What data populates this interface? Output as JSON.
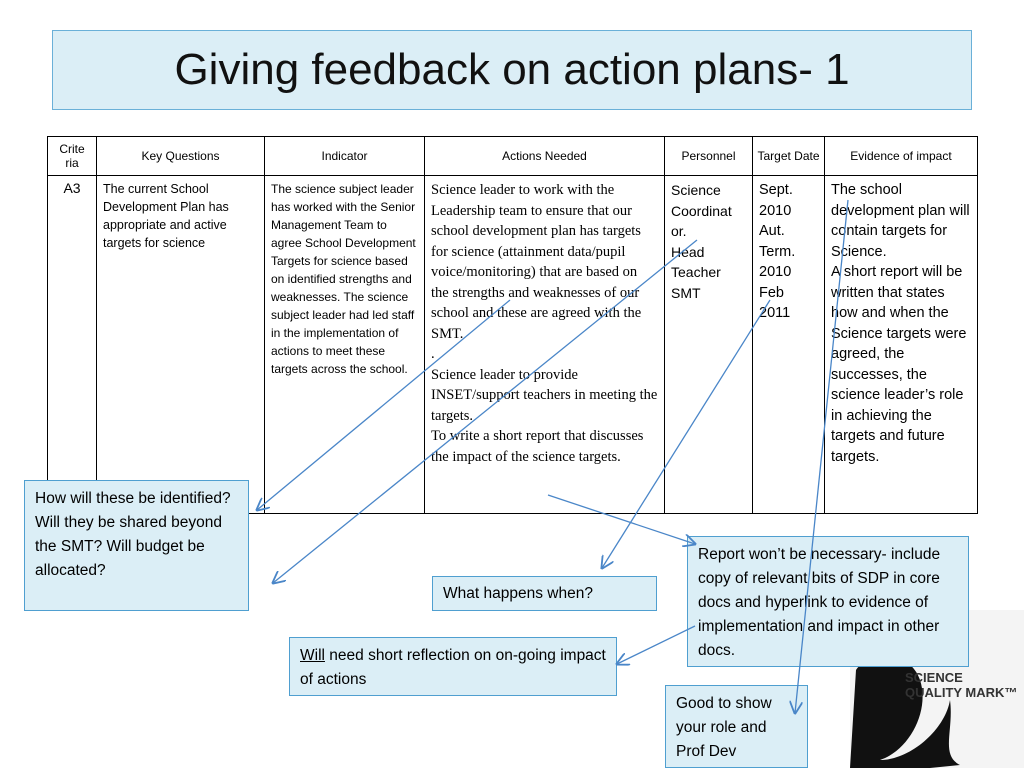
{
  "title": "Giving feedback on action plans- 1",
  "table": {
    "headers": {
      "criteria": "Crite ria",
      "key_questions": "Key Questions",
      "indicator": "Indicator",
      "actions": "Actions Needed",
      "personnel": "Personnel",
      "target_date": "Target Date",
      "evidence": "Evidence of impact"
    },
    "row": {
      "criteria": "A3",
      "key_question": "The current School Development Plan has appropriate and active targets for science",
      "indicator": "The science subject leader has worked with the Senior Management Team to agree School Development Targets for science based on identified strengths and weaknesses. The science subject leader had led staff in the implementation of actions to meet these targets across the school.",
      "actions": [
        "Science leader to work with the Leadership team to ensure that our school development plan has targets for science (attainment data/pupil voice/monitoring)  that are based on the strengths and weaknesses of our school and these are agreed with the SMT.",
        ".",
        "Science leader to provide INSET/support teachers in meeting the targets.",
        "To write a short report that discusses the impact of the science targets."
      ],
      "personnel": [
        "Science Coordinat or.",
        "Head Teacher",
        "SMT"
      ],
      "target_dates": [
        "Sept. 2010",
        "Aut. Term. 2010",
        "Feb 2011"
      ],
      "evidence": [
        "The school development plan will contain targets for Science.",
        "A short report will be written that states how and when the Science targets were agreed, the successes, the science leader’s role in achieving the targets and future targets."
      ]
    }
  },
  "comments": {
    "identified": "How will these be identified? Will they be shared beyond the SMT? Will budget be allocated?",
    "when": "What happens when?",
    "reflection_underlined": "Will",
    "reflection_rest": " need short reflection on on-going impact of actions",
    "report": "Report won’t be necessary- include copy of relevant bits of SDP in core docs and hyperlink to evidence of implementation and impact in other docs.",
    "role": "Good to show your role and Prof  Dev"
  },
  "logo": {
    "line1": "PRIMARY SCIENCE",
    "line2": "QUALITY MARK™"
  },
  "colors": {
    "note_fill": "#dbeef6",
    "note_border": "#4f9fd0",
    "arrow": "#4a86c8"
  }
}
